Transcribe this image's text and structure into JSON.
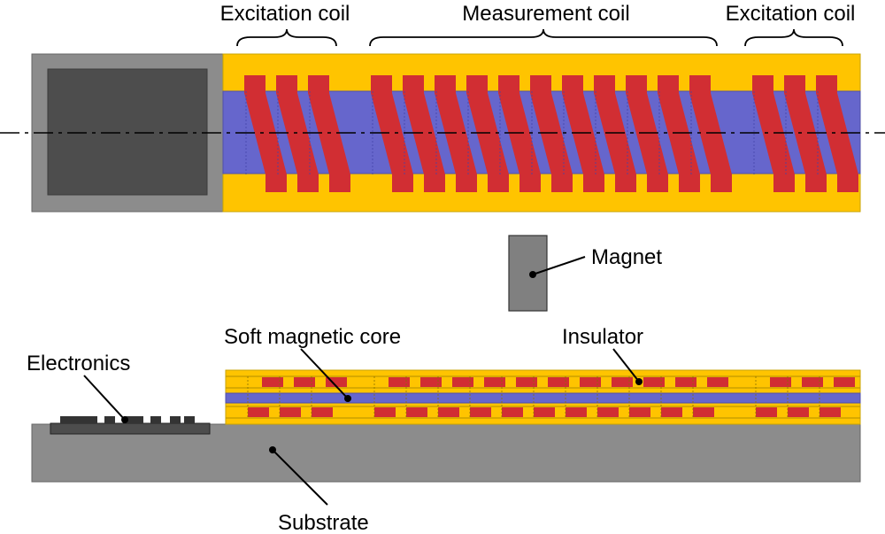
{
  "labels": {
    "excitation_left": "Excitation coil",
    "measurement": "Measurement coil",
    "excitation_right": "Excitation coil",
    "magnet": "Magnet",
    "soft_core": "Soft magnetic core",
    "insulator": "Insulator",
    "electronics": "Electronics",
    "substrate": "Substrate"
  },
  "colors": {
    "coil": "#d12e33",
    "insulator": "#ffc400",
    "core": "#6666cc",
    "housing_outer": "#8c8c8c",
    "housing_inner": "#4d4d4d",
    "substrate": "#8c8c8c",
    "chip": "#333333",
    "magnet": "#808080"
  }
}
